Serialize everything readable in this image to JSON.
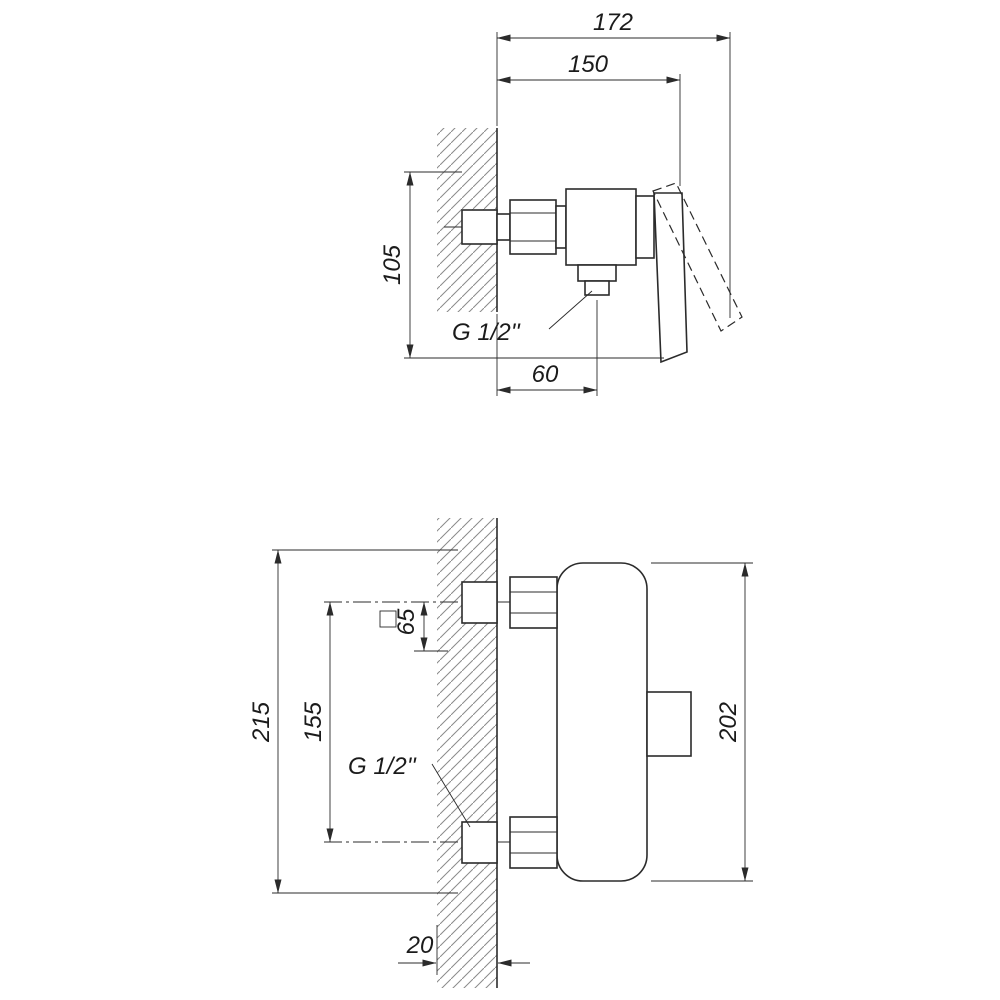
{
  "colors": {
    "ink": "#2b2b2b",
    "background": "#ffffff",
    "hatch": "#8a8a8a"
  },
  "drawing": {
    "side_view": {
      "dim_total_depth": "172",
      "dim_depth_to_handle": "150",
      "dim_height": "105",
      "thread_label": "G 1/2''",
      "dim_outlet_offset": "60"
    },
    "front_view": {
      "dim_square": "65",
      "dim_overall_height": "215",
      "dim_inlet_spacing": "155",
      "thread_label": "G 1/2''",
      "dim_body_height": "202",
      "dim_wall_thickness": "20"
    }
  }
}
